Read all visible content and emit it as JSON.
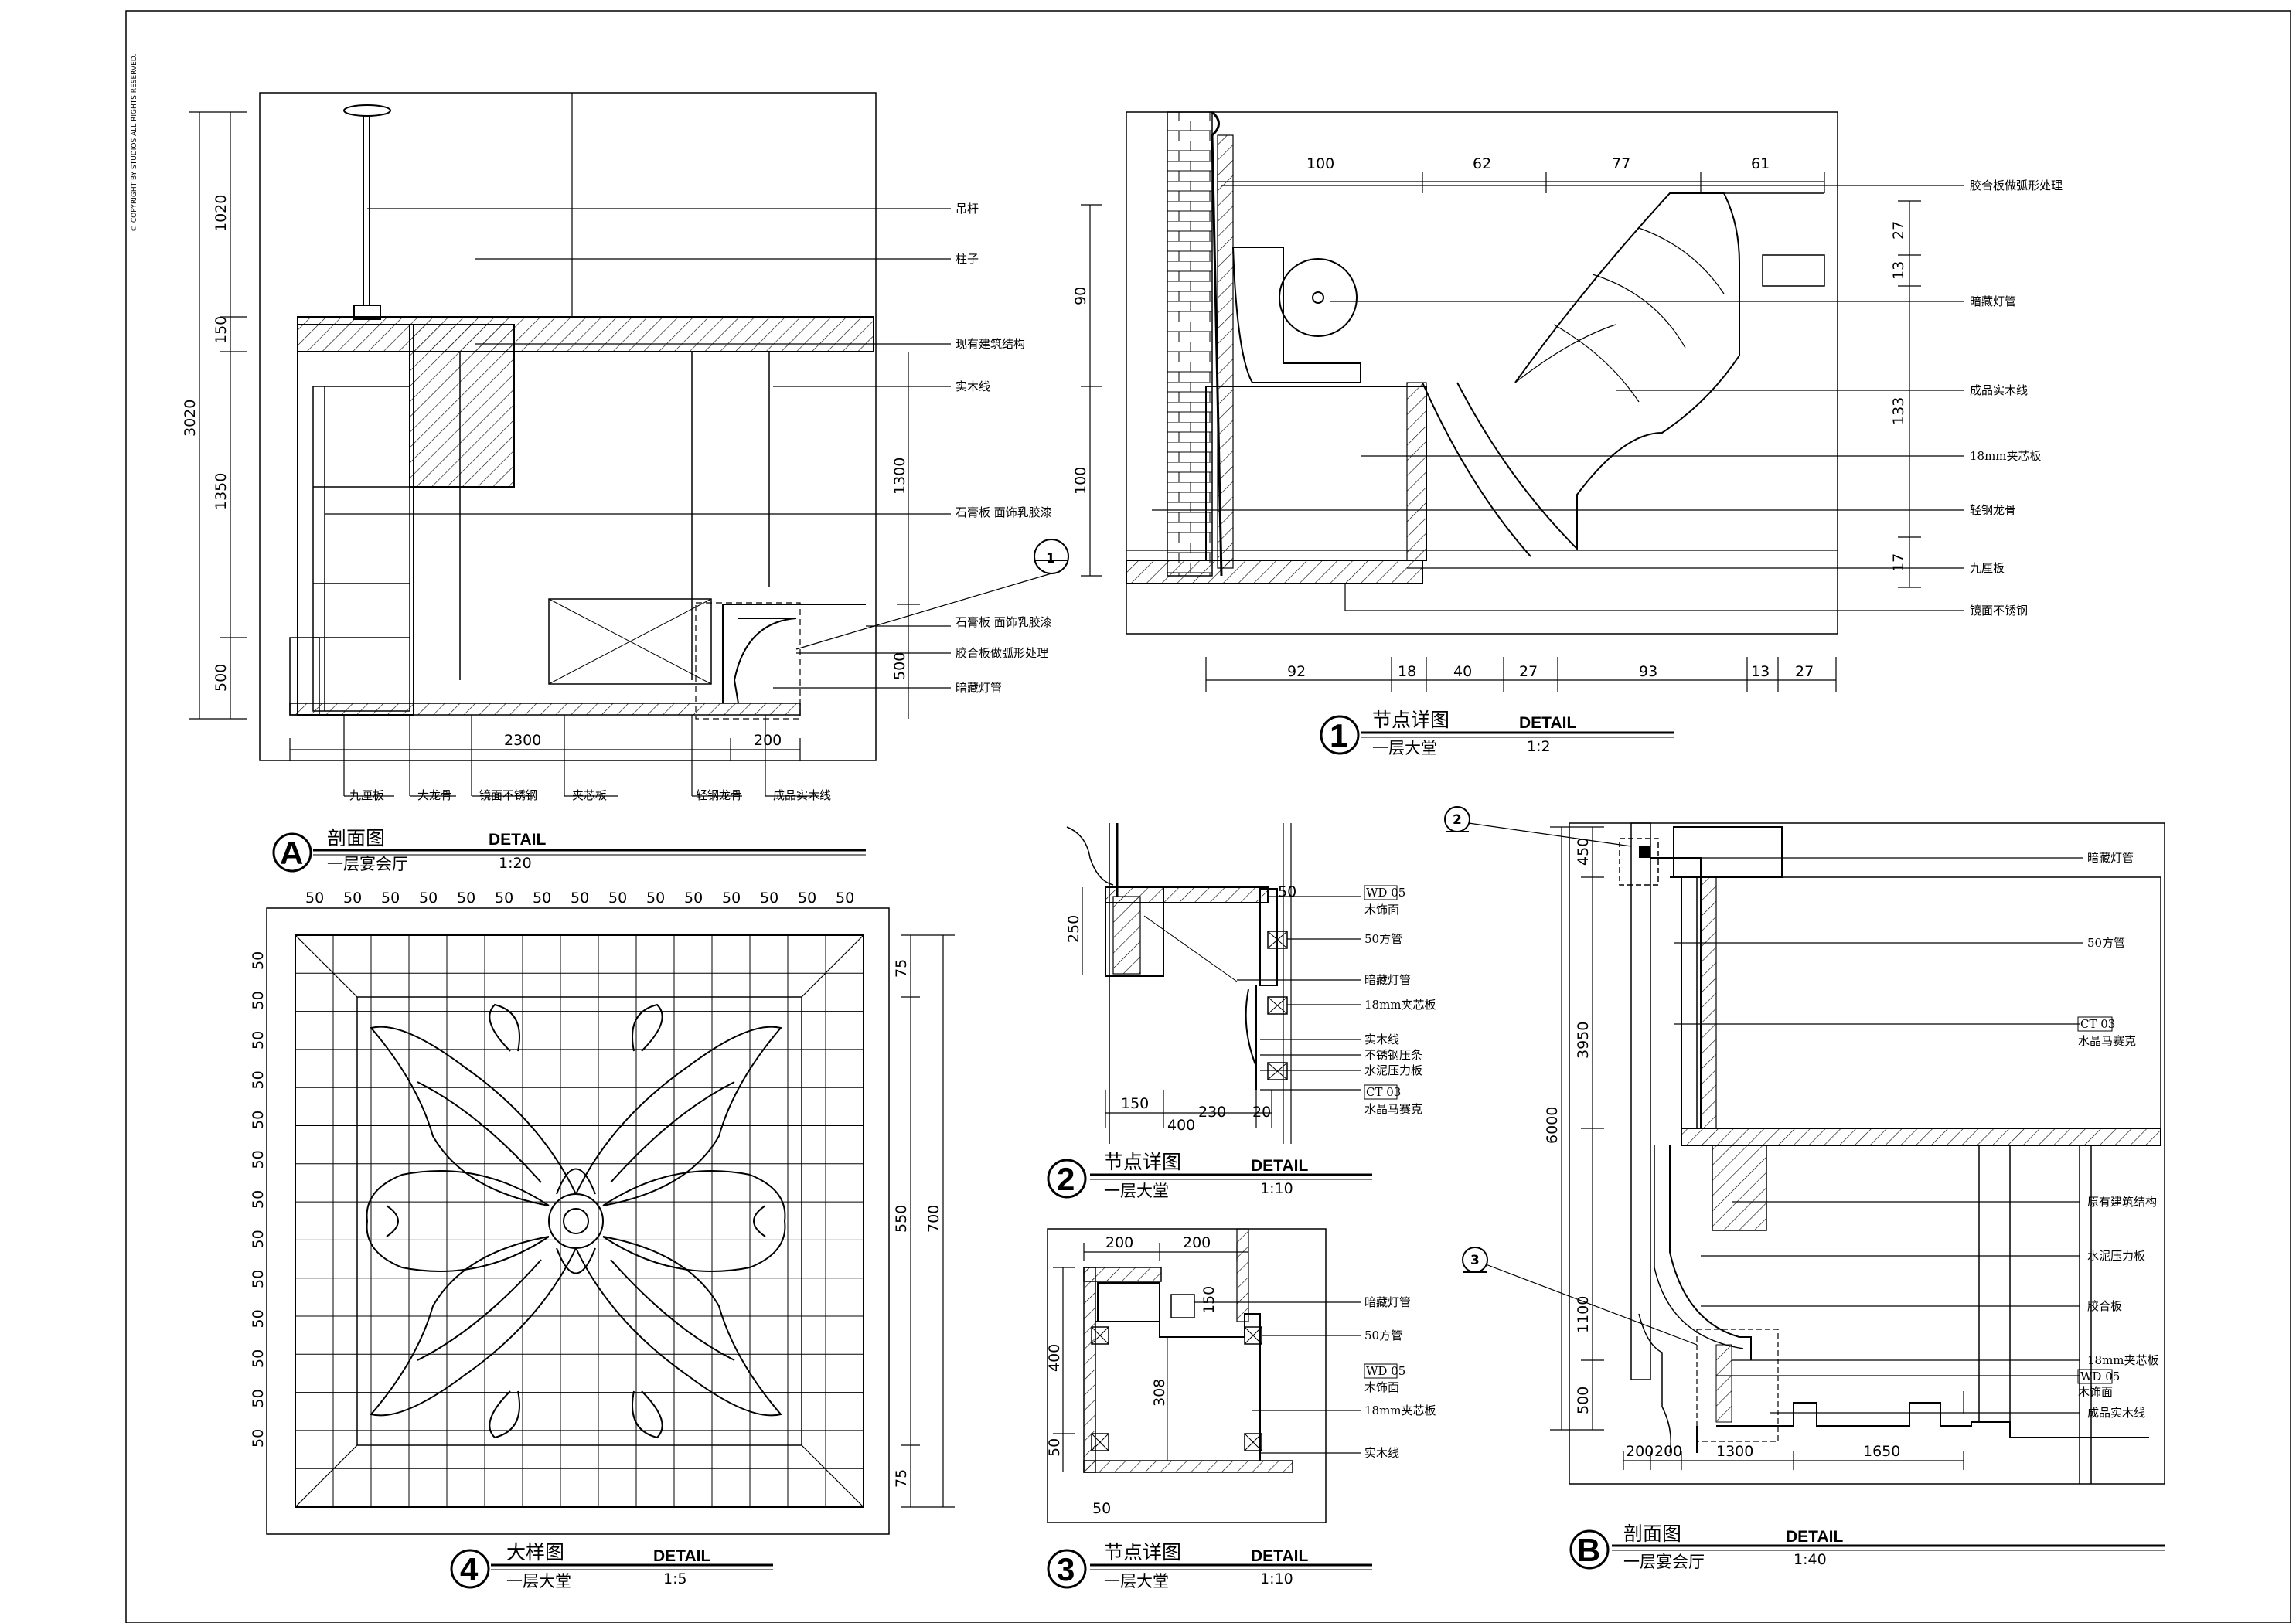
{
  "copyright": "© COPYRIGHT BY STUDIOS ALL RIGHTS RESERVED.",
  "detail_word": "DETAIL",
  "views": {
    "a": {
      "marker": "A",
      "title": "剖面图",
      "subtitle": "一层宴会厅",
      "scale": "1:20",
      "dims_left": [
        "3020",
        "1020",
        "150",
        "1350",
        "500"
      ],
      "dims_inner": [
        "1300",
        "500"
      ],
      "dims_bottom": [
        "2300",
        "200"
      ],
      "labels_right": [
        "吊杆",
        "柱子",
        "现有建筑结构",
        "实木线",
        "石膏板\n面饰乳胶漆",
        "石膏板\n面饰乳胶漆",
        "胶合板做弧形处理",
        "暗藏灯管"
      ],
      "labels_bottom": [
        "九厘板",
        "大龙骨",
        "镜面不锈钢",
        "夹芯板",
        "轻钢龙骨",
        "成品实木线"
      ],
      "callout": "1"
    },
    "one": {
      "marker": "1",
      "title": "节点详图",
      "subtitle": "一层大堂",
      "scale": "1:2",
      "dims_top": [
        "100",
        "62",
        "77",
        "61"
      ],
      "dims_left": [
        "90",
        "100"
      ],
      "dims_right": [
        "27",
        "13",
        "133",
        "17"
      ],
      "dims_bottom": [
        "92",
        "18",
        "40",
        "27",
        "93",
        "13",
        "27"
      ],
      "labels": [
        "胶合板做弧形处理",
        "暗藏灯管",
        "成品实木线",
        "18mm夹芯板",
        "轻钢龙骨",
        "九厘板",
        "镜面不锈钢"
      ]
    },
    "two": {
      "marker": "2",
      "title": "节点详图",
      "subtitle": "一层大堂",
      "scale": "1:10",
      "dims": [
        "250",
        "150",
        "230",
        "20",
        "400",
        "50"
      ],
      "labels": [
        "WD 05",
        "木饰面",
        "50方管",
        "暗藏灯管",
        "18mm夹芯板",
        "实木线",
        "不锈钢压条",
        "水泥压力板",
        "CT 03",
        "水晶马赛克"
      ]
    },
    "three": {
      "marker": "3",
      "title": "节点详图",
      "subtitle": "一层大堂",
      "scale": "1:10",
      "dims": [
        "200",
        "200",
        "150",
        "400",
        "308",
        "50",
        "50"
      ],
      "labels": [
        "暗藏灯管",
        "50方管",
        "WD 05",
        "木饰面",
        "18mm夹芯板",
        "实木线"
      ]
    },
    "four": {
      "marker": "4",
      "title": "大样图",
      "subtitle": "一层大堂",
      "scale": "1:5",
      "dim_unit": "50",
      "dims_right": [
        "75",
        "550",
        "75",
        "700"
      ]
    },
    "b": {
      "marker": "B",
      "title": "剖面图",
      "subtitle": "一层宴会厅",
      "scale": "1:40",
      "dims_left": [
        "450",
        "6000",
        "3950",
        "1100",
        "500"
      ],
      "dims_bottom": [
        "200",
        "200",
        "1300",
        "1650"
      ],
      "callouts": [
        "2",
        "3"
      ],
      "labels": [
        "暗藏灯管",
        "50方管",
        "CT 03",
        "水晶马赛克",
        "原有建筑结构",
        "水泥压力板",
        "胶合板",
        "18mm夹芯板",
        "WD 05",
        "木饰面",
        "成品实木线"
      ]
    }
  }
}
